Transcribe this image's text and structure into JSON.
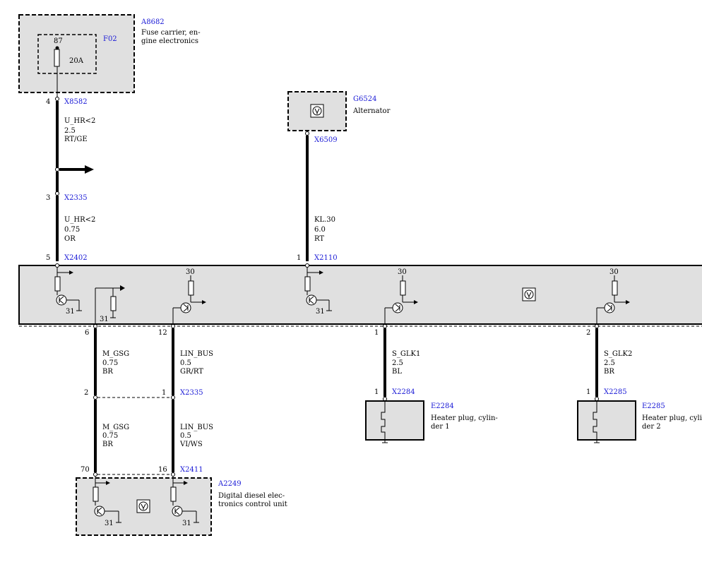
{
  "components": {
    "a8682": {
      "id": "A8682",
      "desc_line1": "Fuse carrier, en-",
      "desc_line2": "gine electronics"
    },
    "f02": {
      "id": "F02",
      "terminal": "87",
      "rating": "20A"
    },
    "g6524": {
      "id": "G6524",
      "desc": "Alternator"
    },
    "a2249": {
      "id": "A2249",
      "desc_line1": "Digital diesel elec-",
      "desc_line2": "tronics control unit"
    },
    "e2284": {
      "id": "E2284",
      "desc_line1": "Heater plug, cylin-",
      "desc_line2": "der 1"
    },
    "e2285": {
      "id": "E2285",
      "desc_line1": "Heater plug, cylin-",
      "desc_line2": "der 2"
    }
  },
  "connectors": {
    "x8582": {
      "id": "X8582",
      "pin": "4"
    },
    "x2335_top": {
      "id": "X2335",
      "pin": "3"
    },
    "x2402": {
      "id": "X2402",
      "pin": "5"
    },
    "x6509": {
      "id": "X6509"
    },
    "x2110": {
      "id": "X2110",
      "pin": "1"
    },
    "x2335_mid": {
      "id": "X2335",
      "pin_left": "2",
      "pin_right": "1"
    },
    "x2284": {
      "id": "X2284",
      "pin": "1"
    },
    "x2285": {
      "id": "X2285",
      "pin": "1"
    },
    "x2411": {
      "id": "X2411",
      "pin_left": "70",
      "pin_right": "16"
    },
    "mod_pins": {
      "p6": "6",
      "p12": "12",
      "p1": "1",
      "p2": "2"
    }
  },
  "wires": {
    "w1": {
      "name": "U_HR<2",
      "size": "2.5",
      "color": "RT/GE"
    },
    "w2": {
      "name": "U_HR<2",
      "size": "0.75",
      "color": "OR"
    },
    "w3": {
      "name": "KL.30",
      "size": "6.0",
      "color": "RT"
    },
    "w4": {
      "name": "M_GSG",
      "size": "0.75",
      "color": "BR"
    },
    "w5": {
      "name": "LIN_BUS",
      "size": "0.5",
      "color": "GR/RT"
    },
    "w6": {
      "name": "S_GLK1",
      "size": "2.5",
      "color": "BL"
    },
    "w7": {
      "name": "S_GLK2",
      "size": "2.5",
      "color": "BR"
    },
    "w8": {
      "name": "M_GSG",
      "size": "0.75",
      "color": "BR"
    },
    "w9": {
      "name": "LIN_BUS",
      "size": "0.5",
      "color": "VI/WS"
    }
  },
  "terminals": {
    "t30": "30",
    "t31": "31"
  }
}
